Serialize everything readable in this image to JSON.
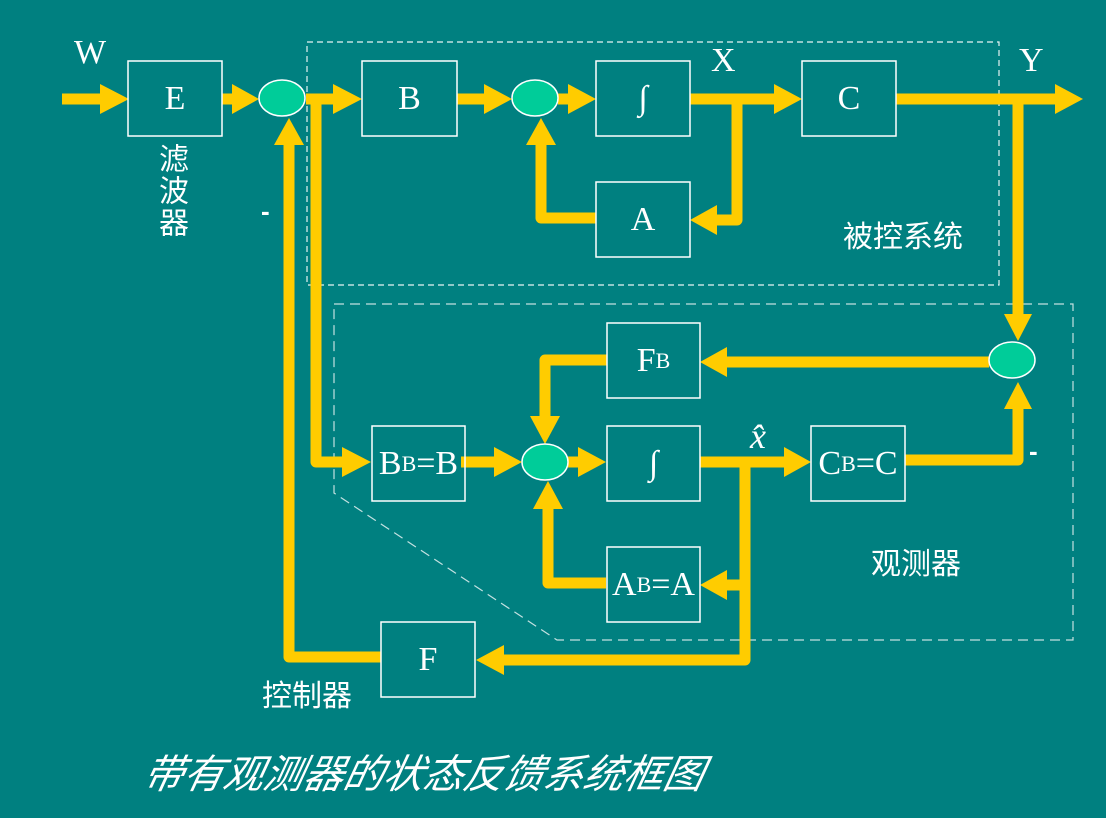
{
  "diagram": {
    "title": "带有观测器的状态反馈系统框图",
    "signals": {
      "input": "W",
      "state": "X",
      "output": "Y",
      "estimate": "x̂"
    },
    "blocks": {
      "filter": "E",
      "input_matrix": "B",
      "integrator": "∫",
      "system_matrix": "A",
      "output_matrix": "C",
      "observer_gain": "F",
      "observer_gain_sub": "B",
      "observer_input_main": "B",
      "observer_input_sub": "B",
      "observer_input_rhs": "=B",
      "observer_integrator": "∫",
      "observer_output_main": "C",
      "observer_output_sub": "B",
      "observer_output_rhs": "=C",
      "observer_system_main": "A",
      "observer_system_sub": "B",
      "observer_system_rhs": "=A",
      "controller": "F"
    },
    "labels": {
      "filter": "滤波器",
      "plant": "被控系统",
      "observer": "观测器",
      "controller": "控制器",
      "minus_controller": "-",
      "minus_observer": "-"
    },
    "colors": {
      "background": "#008080",
      "signal_line": "#ffcc00",
      "summing_junction": "#00cc99",
      "block_border": "#ffffff",
      "text": "#ffffff"
    }
  }
}
